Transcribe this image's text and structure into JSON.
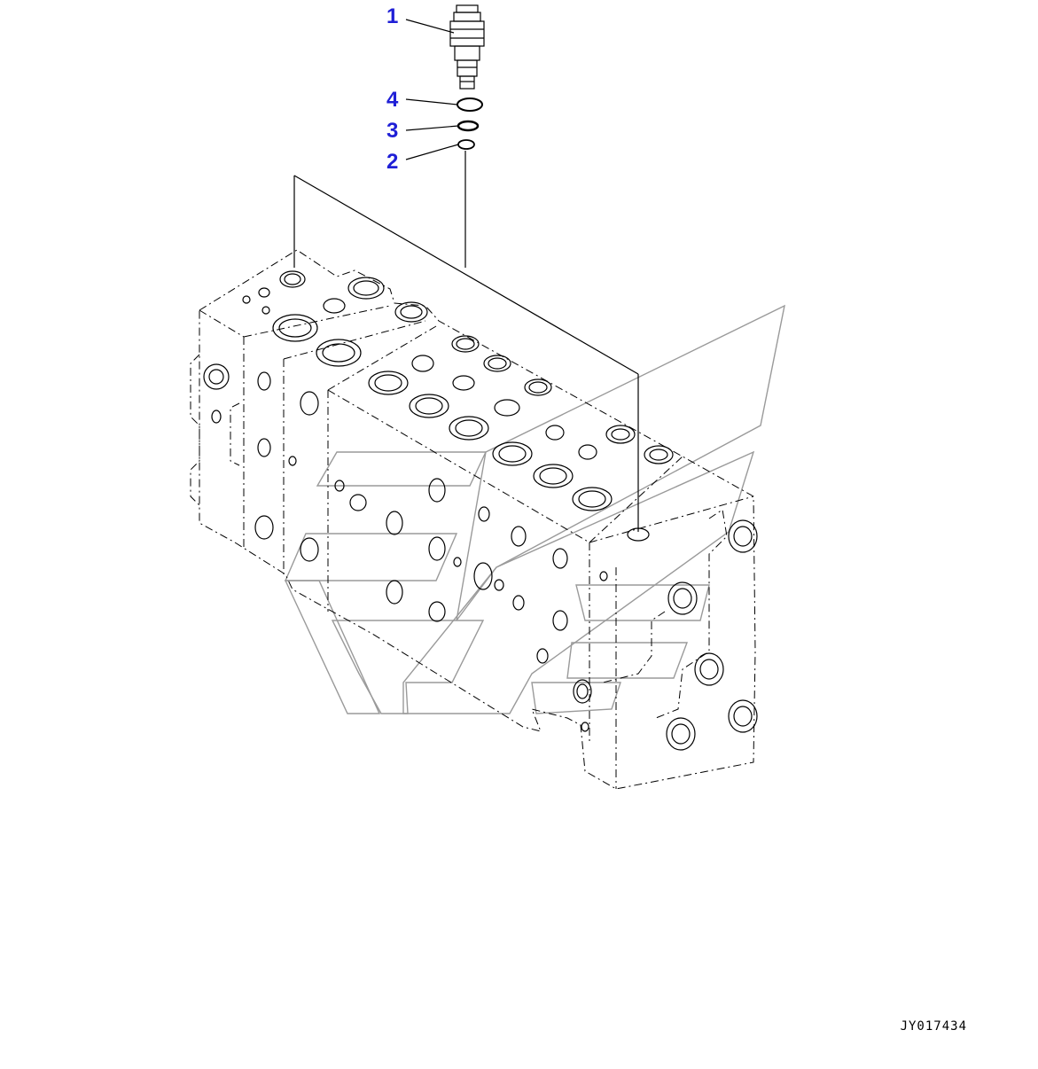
{
  "callouts": [
    {
      "label": "1",
      "part": "valve-cartridge"
    },
    {
      "label": "4",
      "part": "o-ring-large"
    },
    {
      "label": "3",
      "part": "o-ring-small"
    },
    {
      "label": "2",
      "part": "o-ring-seat"
    }
  ],
  "drawing_id": "JY017434",
  "colors": {
    "callout": "#1f1fd6",
    "line": "#000000",
    "watermark": "#9a9a9a"
  }
}
